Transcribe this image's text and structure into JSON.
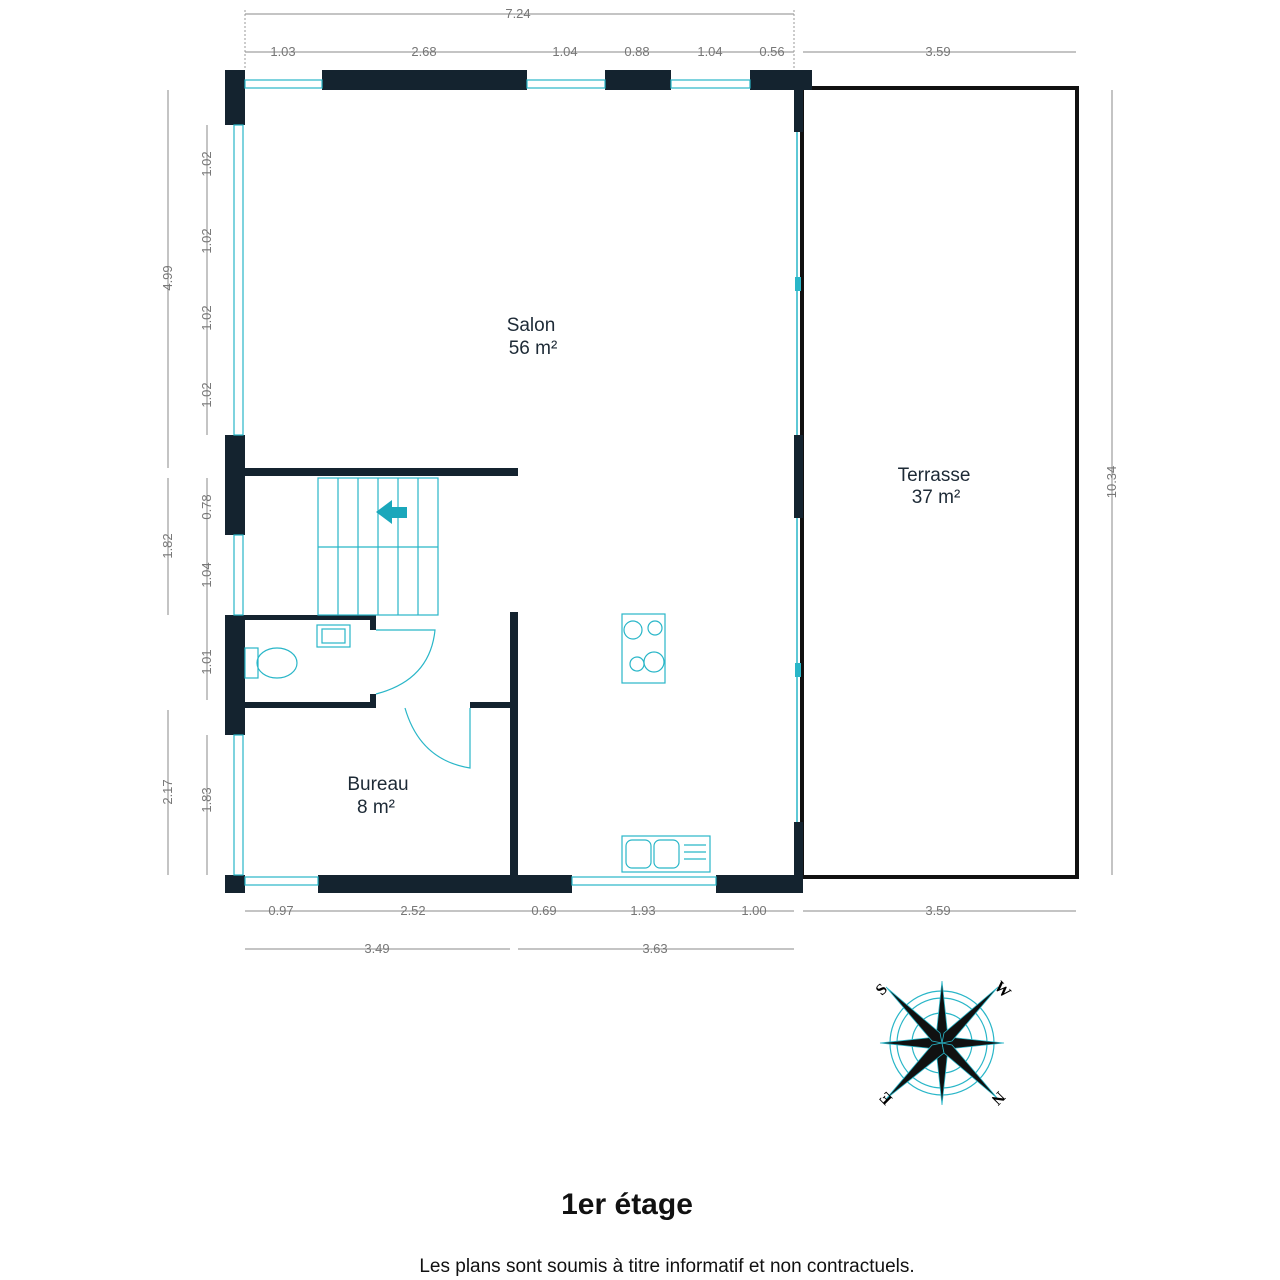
{
  "rooms": {
    "salon": {
      "name": "Salon",
      "area": "56 m²"
    },
    "terrasse": {
      "name": "Terrasse",
      "area": "37 m²"
    },
    "bureau": {
      "name": "Bureau",
      "area": "8 m²"
    }
  },
  "dims": {
    "top_total": "7.24",
    "top": [
      "1.03",
      "2.68",
      "1.04",
      "0.88",
      "1.04",
      "0.56"
    ],
    "top_terrasse": "3.59",
    "left_outer": [
      "4.99",
      "1.82",
      "2.17"
    ],
    "left_inner": [
      "1.02",
      "1.02",
      "1.02",
      "1.02",
      "0.78",
      "1.04",
      "1.01",
      "1.83"
    ],
    "right": "10.34",
    "bottom": [
      "0.97",
      "2.52",
      "0.69",
      "1.93",
      "1.00"
    ],
    "bottom_terrasse": "3.59",
    "bottom_total": [
      "3.49",
      "3.63"
    ]
  },
  "compass": {
    "n": "N",
    "s": "S",
    "e": "E",
    "w": "W"
  },
  "title": "1er étage",
  "disclaimer": "Les plans sont soumis à titre informatif et non contractuels."
}
